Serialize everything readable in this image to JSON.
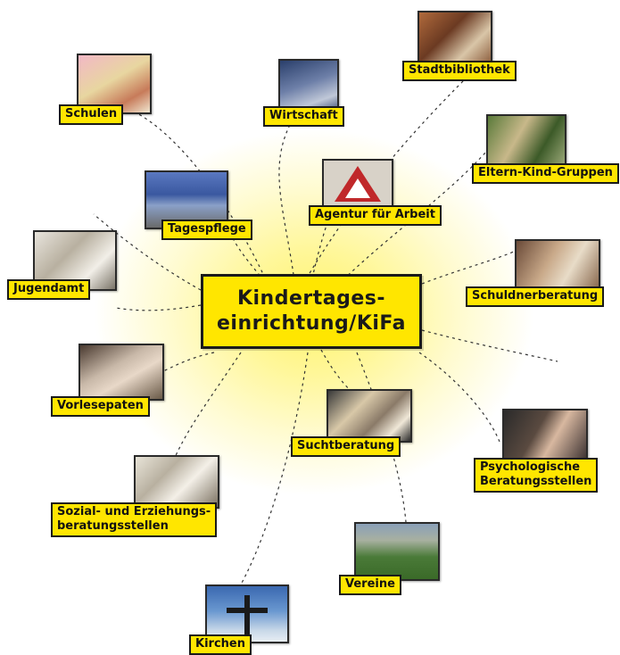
{
  "center": {
    "label": "Kindertages-\neinrichtung/KiFa"
  },
  "nodes": {
    "stadtbibliothek": {
      "label": "Stadtbibliothek"
    },
    "schulen": {
      "label": "Schulen"
    },
    "wirtschaft": {
      "label": "Wirtschaft"
    },
    "eltern_kind_gruppen": {
      "label": "Eltern-Kind-Gruppen"
    },
    "agentur_fuer_arbeit": {
      "label": "Agentur für Arbeit"
    },
    "tagespflege": {
      "label": "Tagespflege"
    },
    "jugendamt": {
      "label": "Jugendamt"
    },
    "schuldnerberatung": {
      "label": "Schuldnerberatung"
    },
    "vorlesepaten": {
      "label": "Vorlesepaten"
    },
    "suchtberatung": {
      "label": "Suchtberatung"
    },
    "psychologische_beratungsstellen": {
      "label": "Psychologische\nBeratungsstellen"
    },
    "sozial_erziehungsberatungsstellen": {
      "label": "Sozial- und Erziehungs-\nberatungsstellen"
    },
    "vereine": {
      "label": "Vereine"
    },
    "kirchen": {
      "label": "Kirchen"
    }
  }
}
